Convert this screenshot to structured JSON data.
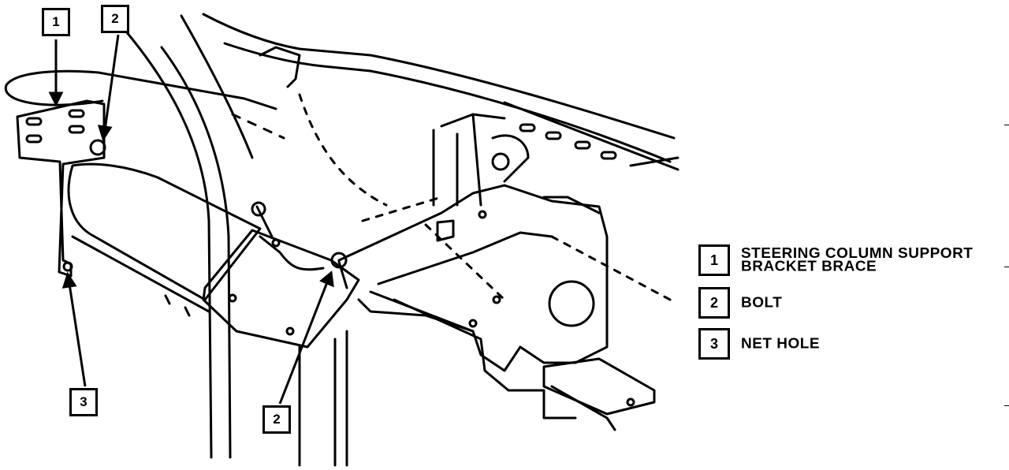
{
  "diagram": {
    "callouts": [
      {
        "id": "callout-1-top",
        "label": "1"
      },
      {
        "id": "callout-2-top",
        "label": "2"
      },
      {
        "id": "callout-3-bottom",
        "label": "3"
      },
      {
        "id": "callout-2-bottom",
        "label": "2"
      }
    ],
    "legend": [
      {
        "number": "1",
        "text": "STEERING COLUMN SUPPORT\nBRACKET BRACE"
      },
      {
        "number": "2",
        "text": "BOLT"
      },
      {
        "number": "3",
        "text": "NET HOLE"
      }
    ]
  },
  "colors": {
    "ink": "#000000",
    "paper": "#ffffff"
  }
}
